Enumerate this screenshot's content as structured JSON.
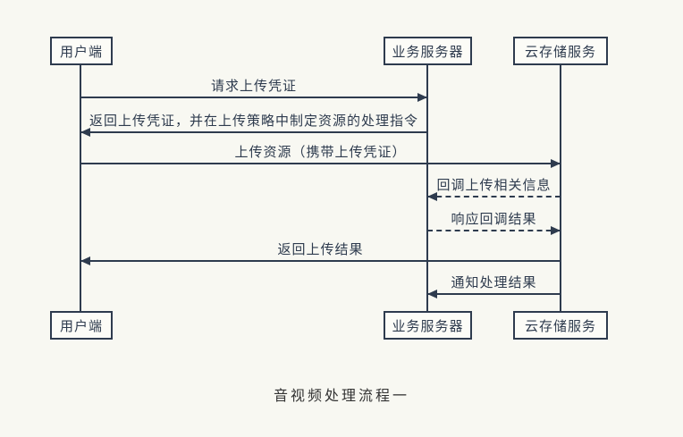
{
  "diagram": {
    "type": "sequence-diagram",
    "actors": [
      {
        "label": "用户端"
      },
      {
        "label": "业务服务器"
      },
      {
        "label": "云存储服务"
      }
    ],
    "messages": [
      {
        "label": "请求上传凭证",
        "from": "用户端",
        "to": "业务服务器",
        "line": "solid"
      },
      {
        "label": "返回上传凭证，并在上传策略中制定资源的处理指令",
        "from": "业务服务器",
        "to": "用户端",
        "line": "solid"
      },
      {
        "label": "上传资源（携带上传凭证）",
        "from": "用户端",
        "to": "云存储服务",
        "line": "solid"
      },
      {
        "label": "回调上传相关信息",
        "from": "云存储服务",
        "to": "业务服务器",
        "line": "dashed"
      },
      {
        "label": "响应回调结果",
        "from": "业务服务器",
        "to": "云存储服务",
        "line": "dashed"
      },
      {
        "label": "返回上传结果",
        "from": "云存储服务",
        "to": "用户端",
        "line": "solid"
      },
      {
        "label": "通知处理结果",
        "from": "云存储服务",
        "to": "业务服务器",
        "line": "solid"
      }
    ],
    "caption": "音视频处理流程一",
    "colors": {
      "line": "#2e3b4e",
      "background": "#f8f8f2",
      "box_fill": "#fcfcf7",
      "caption_text": "#333333"
    }
  }
}
